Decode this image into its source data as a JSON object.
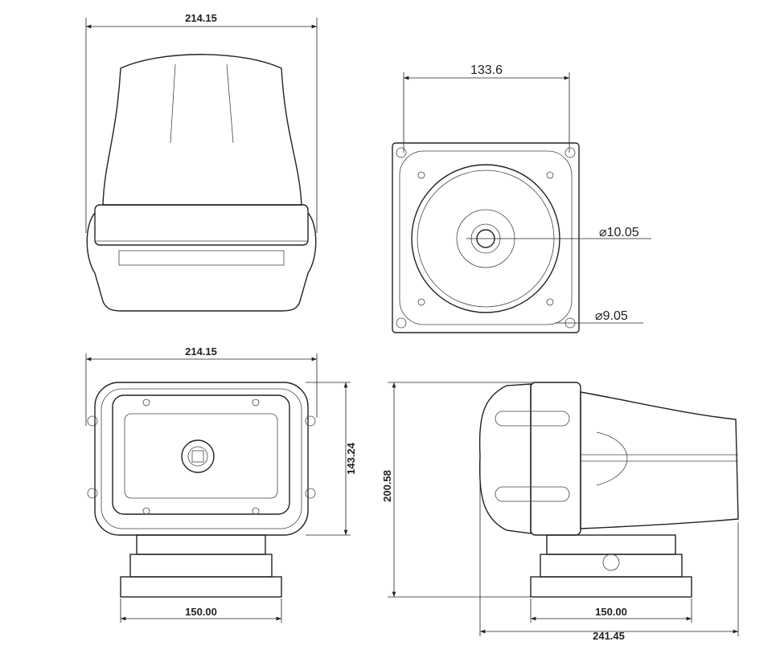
{
  "views": {
    "top_left": {
      "width_label": "214.15"
    },
    "top_right": {
      "bolt_spacing_label": "133.6",
      "center_hole_label": "⌀10.05",
      "bolt_hole_label": "⌀9.05"
    },
    "bottom_left": {
      "width_label": "214.15",
      "lamp_height_label": "143.24",
      "base_width_label": "150.00"
    },
    "bottom_right": {
      "total_height_label": "200.58",
      "base_width_label": "150.00",
      "total_length_label": "241.45"
    }
  }
}
